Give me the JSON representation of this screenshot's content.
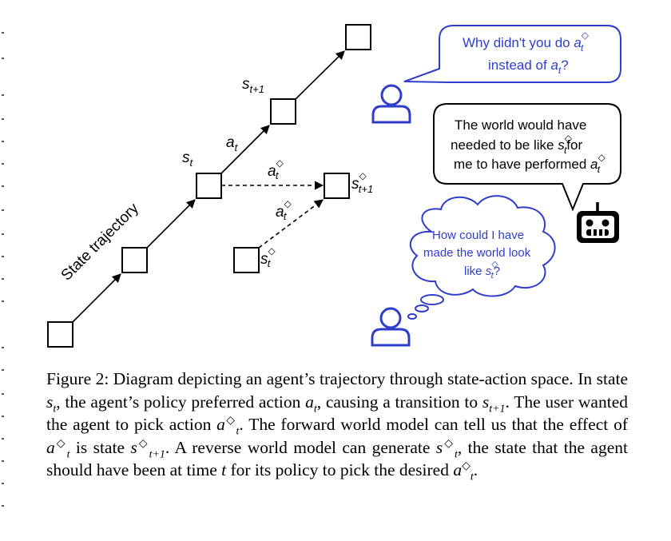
{
  "diagram": {
    "trajectory_label": "State trajectory",
    "state_labels": {
      "s_t": {
        "base": "s",
        "sub": "t"
      },
      "s_t1": {
        "base": "s",
        "sub": "t+1"
      },
      "s_t1_alt": {
        "base": "s",
        "sub": "t+1",
        "sup": "◇"
      },
      "s_t_alt": {
        "base": "s",
        "sub": "t",
        "sup": "◇"
      }
    },
    "action_labels": {
      "a_t": {
        "base": "a",
        "sub": "t"
      },
      "a_t_alt_top": {
        "base": "a",
        "sub": "t",
        "sup": "◇"
      },
      "a_t_alt_low": {
        "base": "a",
        "sub": "t",
        "sup": "◇"
      }
    },
    "user_bubble": {
      "line1": "Why didn't you do ",
      "line1_var": "a",
      "line1_sub": "t",
      "line1_sup": "◇",
      "line2": "instead of ",
      "line2_var": "a",
      "line2_sub": "t",
      "line2_end": "?"
    },
    "robot_bubble": {
      "line1": "The world would have",
      "line2": "needed to be like ",
      "line2_var": "s",
      "line2_sub": "t",
      "line2_sup": "◇",
      "line2_end": "for",
      "line3": "me to have performed ",
      "line3_var": "a",
      "line3_sub": "t",
      "line3_sup": "◇"
    },
    "thought_bubble": {
      "line1": "How could I have",
      "line2": "made the world look",
      "line3": "like ",
      "line3_var": "s",
      "line3_sub": "t",
      "line3_sup": "◇",
      "line3_end": "?"
    },
    "colors": {
      "accent": "#2f3dcc",
      "ink": "#000000"
    },
    "icons": [
      "user-icon",
      "robot-icon"
    ]
  },
  "caption": {
    "label": "Figure 2:",
    "p1": " Diagram depicting an agent’s trajectory through state-action space. In state ",
    "v1": "s",
    "v1_sub": "t",
    "p2": ", the agent’s policy preferred action ",
    "v2": "a",
    "v2_sub": "t",
    "p3": ", causing a transition to ",
    "v3": "s",
    "v3_sub": "t+1",
    "p4": ". The user wanted the agent to pick action ",
    "v4": "a",
    "v4_sub": "t",
    "v4_sup": "◇",
    "p5": ". The forward world model can tell us that the effect of ",
    "v5": "a",
    "v5_sub": "t",
    "v5_sup": "◇",
    "p6": " is state ",
    "v6": "s",
    "v6_sub": "t+1",
    "v6_sup": "◇",
    "p7": ". A reverse world model can generate ",
    "v7": "s",
    "v7_sub": "t",
    "v7_sup": "◇",
    "p8": ", the state that the agent should have been at time ",
    "v8": "t",
    "p9": " for its policy to pick the desired ",
    "v9": "a",
    "v9_sub": "t",
    "v9_sup": "◇",
    "p10": "."
  }
}
